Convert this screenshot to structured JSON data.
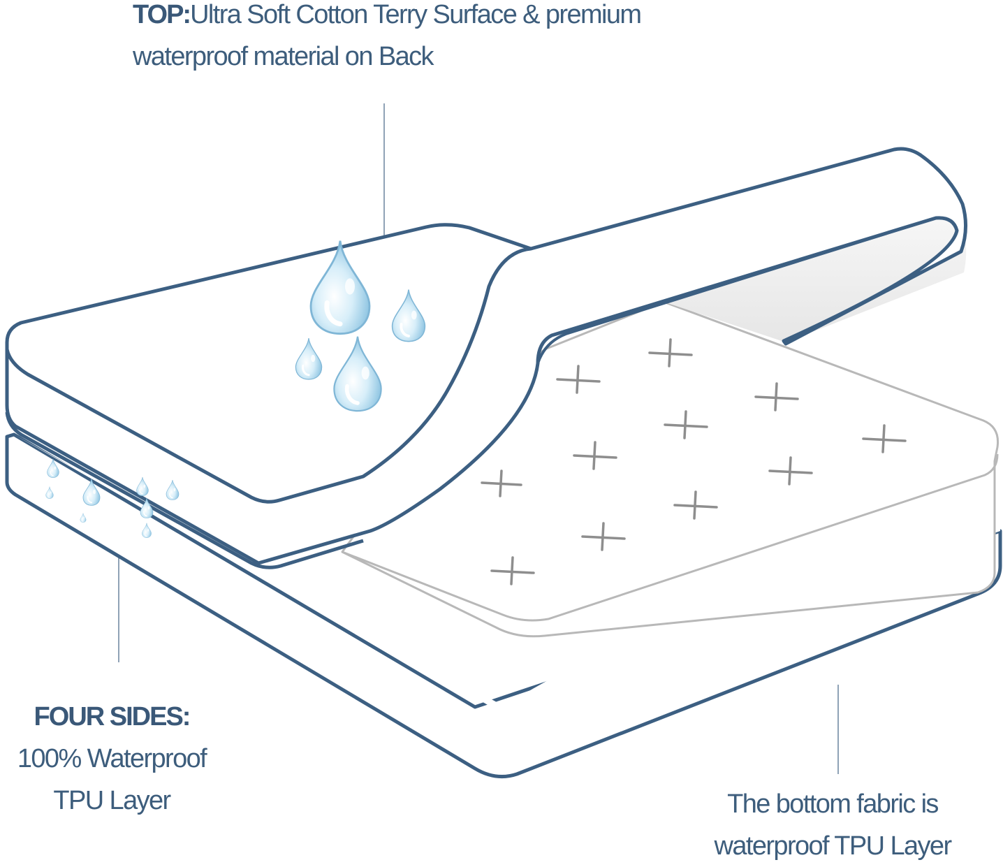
{
  "annotations": {
    "top": {
      "heading": "TOP:",
      "line1_rest": "Ultra Soft Cotton Terry Surface & premium",
      "line2": "waterproof material on Back"
    },
    "four_sides": {
      "heading": "FOUR SIDES:",
      "line1": "100% Waterproof",
      "line2": "TPU Layer"
    },
    "bottom": {
      "line1": "The bottom fabric is",
      "line2": "waterproof TPU Layer"
    }
  },
  "colors": {
    "outline": "#3c5f82",
    "inner_mattress_outline": "#b8b8b8",
    "stitch": "#8e8e8e",
    "callout_line": "#8fa2b6",
    "water_drop": "#a9d8ee",
    "label_text": "#3d5d7c"
  },
  "icons": [
    "water-drop-icon",
    "stitch-cross-icon"
  ]
}
